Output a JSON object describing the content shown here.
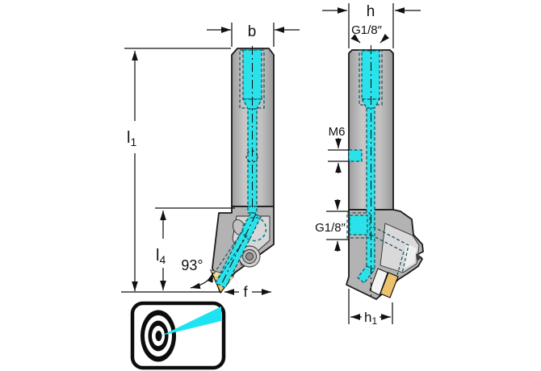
{
  "labels": {
    "b": "b",
    "l1_base": "l",
    "l1_sub": "1",
    "l4_base": "l",
    "l4_sub": "4",
    "angle": "93°",
    "f": "f",
    "h": "h",
    "g18_top": "G1/8″",
    "m6": "M6",
    "g18_side": "G1/8″",
    "h1_base": "h",
    "h1_sub": "1"
  },
  "colors": {
    "coolant": "#2be2ea",
    "insert_gold": "#edc26e",
    "icon_beam": "#1ee3f2",
    "body_gray": "#b5b5b5",
    "outline": "#1a1a1a"
  },
  "icons": {
    "precision_coolant": "bullseye-with-coolant-jet"
  }
}
